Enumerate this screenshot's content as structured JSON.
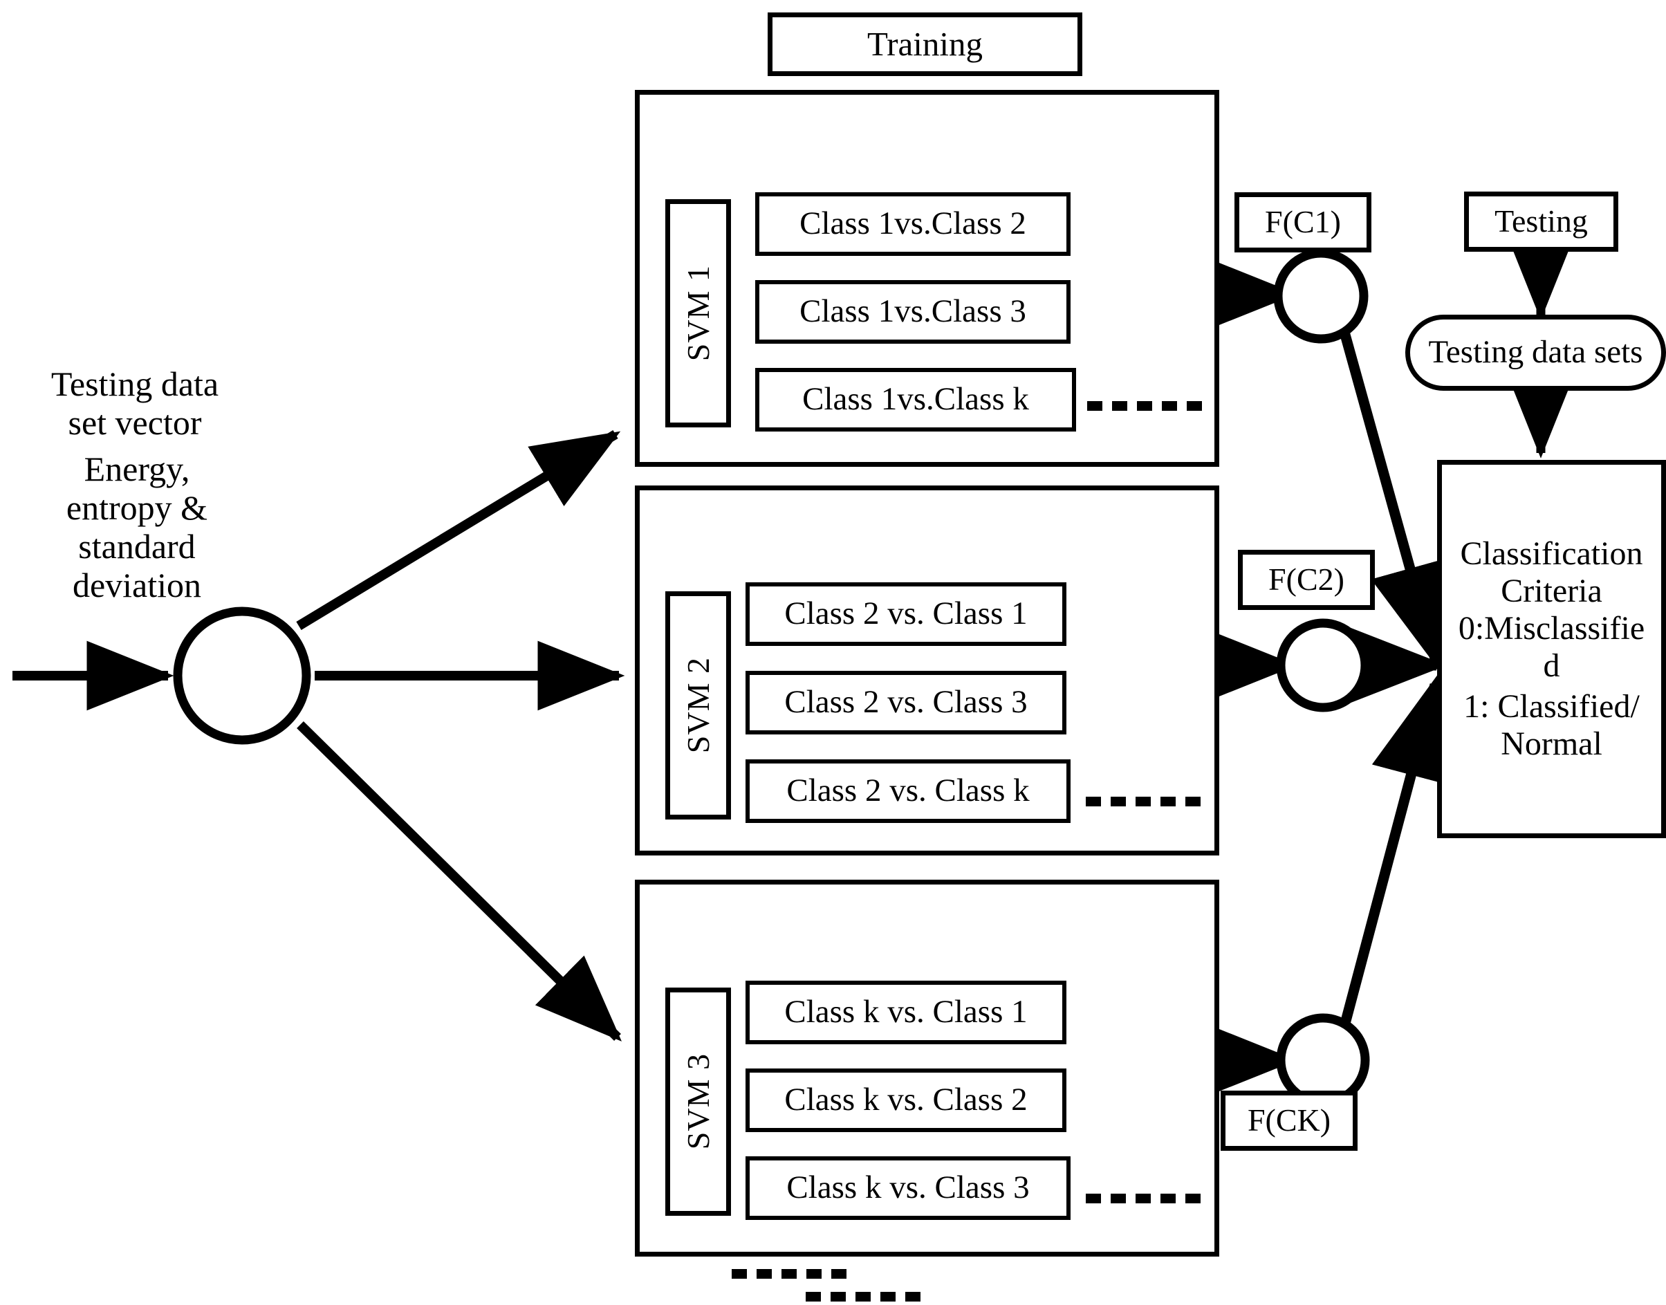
{
  "diagram": {
    "title_node": {
      "label": "Training"
    },
    "input": {
      "vector_label": "Testing data\nset vector",
      "feature_label": "Energy,\nentropy &\nstandard\ndeviation"
    },
    "svm_groups": [
      {
        "name": "SVM 1",
        "comparisons": [
          "Class 1vs.Class 2",
          "Class 1vs.Class 3",
          "Class 1vs.Class k"
        ],
        "output_label": "F(C1)"
      },
      {
        "name": "SVM 2",
        "comparisons": [
          "Class 2 vs. Class 1",
          "Class 2 vs. Class 3",
          "Class 2 vs. Class k"
        ],
        "output_label": "F(C2)"
      },
      {
        "name": "SVM 3",
        "comparisons": [
          "Class k vs. Class 1",
          "Class k vs. Class 2",
          "Class k vs. Class 3"
        ],
        "output_label": "F(CK)"
      }
    ],
    "testing": {
      "stage_label": "Testing",
      "data_sets_label": "Testing data sets"
    },
    "criteria": {
      "heading": "Classification\nCriteria",
      "rule_zero": "0:Misclassifie\nd",
      "rule_one": "1: Classified/\nNormal"
    },
    "colors": {
      "stroke": "#000000",
      "background": "#ffffff"
    }
  }
}
